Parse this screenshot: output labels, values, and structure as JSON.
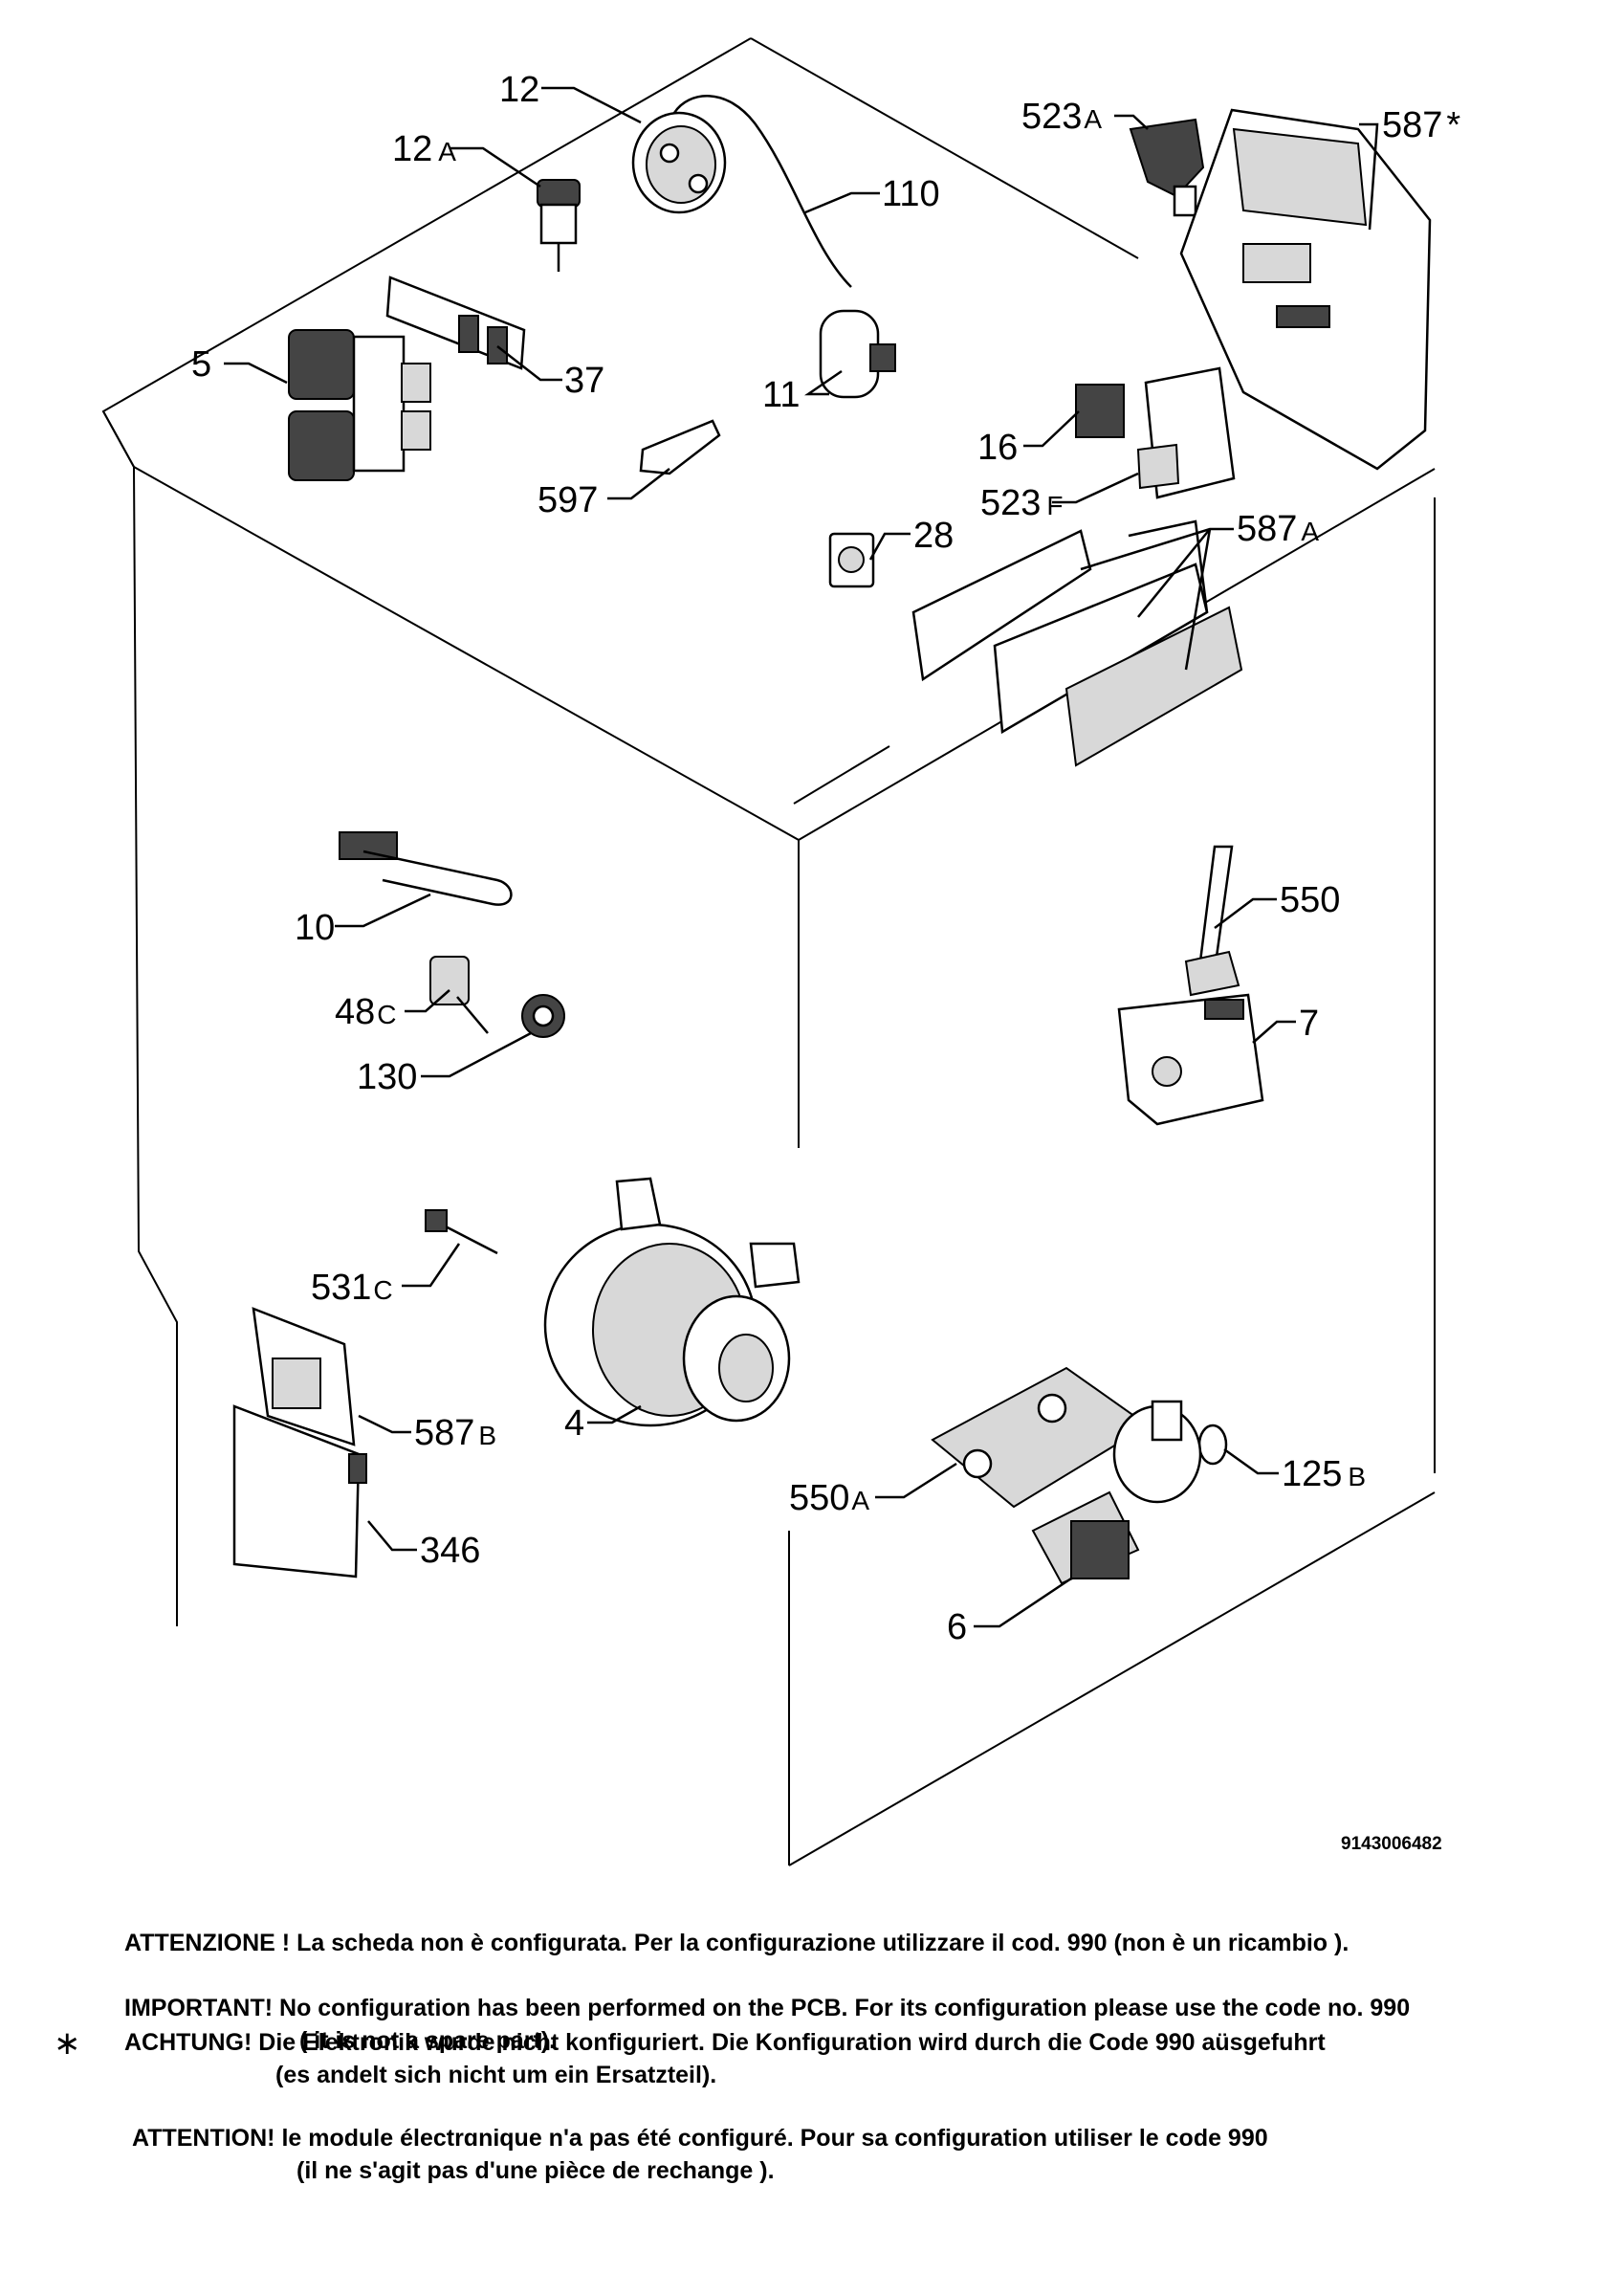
{
  "diagram": {
    "labels": {
      "p12": "12",
      "p12a": "12",
      "p12a_s": "A",
      "p110": "110",
      "p5": "5",
      "p37": "37",
      "p11": "11",
      "p597": "597",
      "p28": "28",
      "p523a": "523",
      "p523a_s": "A",
      "p587star": "587",
      "p587star_s": "*",
      "p16": "16",
      "p523f": "523",
      "p523f_s": "F",
      "p587a": "587",
      "p587a_s": "A",
      "p10": "10",
      "p48c": "48",
      "p48c_s": "C",
      "p130": "130",
      "p550": "550",
      "p7": "7",
      "p531c": "531",
      "p531c_s": "C",
      "p4": "4",
      "p587b": "587",
      "p587b_s": "B",
      "p346": "346",
      "p550a": "550",
      "p550a_s": "A",
      "p125b": "125",
      "p125b_s": "B",
      "p6": "6"
    },
    "drawing_code": "9143006482"
  },
  "notes": {
    "it": "ATTENZIONE ! La scheda non è configurata. Per la configurazione utilizzare il cod. 990 (non è un ricambio ).",
    "en1": "IMPORTANT! No configuration has been performed on the PCB. For its configuration please use the code no. 990",
    "en2": "( it is not a spare part).",
    "star": "∗",
    "de1": "ACHTUNG! Die Elektronik wurde nicht konfiguriert. Die Konfiguration wird durch die Code 990 aüsgefuhrt",
    "de2": "(es andelt sich nicht um ein Ersatzteil).",
    "fr1": "ATTENTION! le module électrɑnique n'a pas été configuré. Pour  sa configuration utiliser le code 990",
    "fr2": "(il ne s'agit pas d'une pièce de rechange )."
  }
}
